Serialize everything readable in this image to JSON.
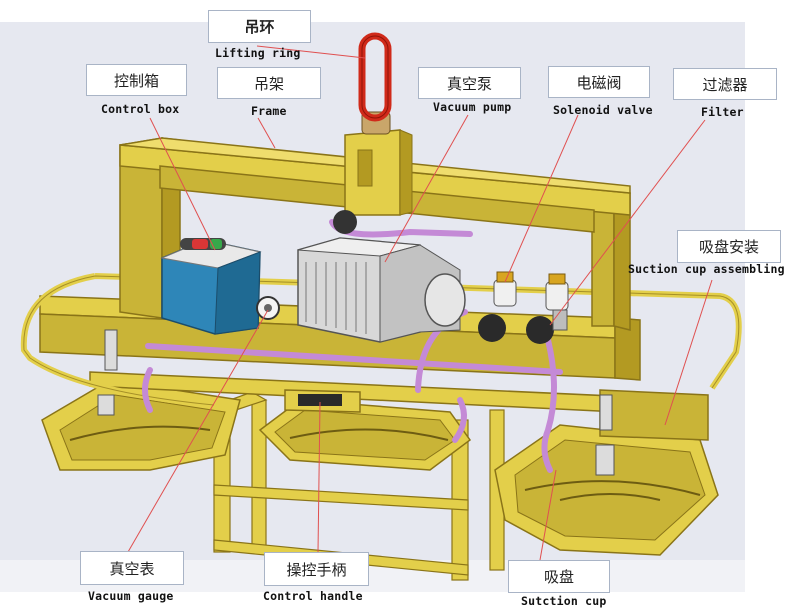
{
  "colors": {
    "frame": "#e3cf4a",
    "frame_dark": "#b39a22",
    "frame_shadow": "#8a7418",
    "hose": "#c48ad6",
    "control_box": "#2e86b8",
    "pump": "#d8d8d8",
    "leader": "#e05050",
    "box_border": "#a9b4c6",
    "background": "#e6e8f0"
  },
  "labels": {
    "lifting_ring": {
      "cn": "吊环",
      "en": "Lifting ring"
    },
    "control_box": {
      "cn": "控制箱",
      "en": "Control box"
    },
    "frame": {
      "cn": "吊架",
      "en": "Frame"
    },
    "vacuum_pump": {
      "cn": "真空泵",
      "en": "Vacuum pump"
    },
    "solenoid_valve": {
      "cn": "电磁阀",
      "en": "Solenoid valve"
    },
    "filter": {
      "cn": "过滤器",
      "en": "Filter"
    },
    "suction_cup_assembling": {
      "cn": "吸盘安装",
      "en": "Suction cup assembling"
    },
    "vacuum_gauge": {
      "cn": "真空表",
      "en": "Vacuum gauge"
    },
    "control_handle": {
      "cn": "操控手柄",
      "en": "Control handle"
    },
    "suction_cup": {
      "cn": "吸盘",
      "en": "Sutction cup"
    }
  }
}
